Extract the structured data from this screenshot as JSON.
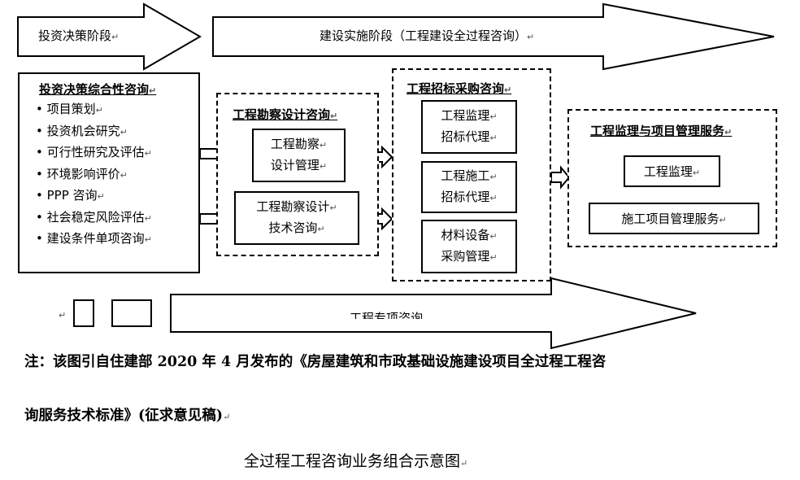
{
  "stage_arrows": {
    "decision": "投资决策阶段",
    "implementation": "建设实施阶段（工程建设全过程咨询）",
    "special": "工程专项咨询"
  },
  "decision_box": {
    "title": "投资决策综合性咨询",
    "items": [
      "项目策划",
      "投资机会研究",
      "可行性研究及评估",
      "环境影响评价",
      "PPP 咨询",
      "社会稳定风险评估",
      "建设条件单项咨询"
    ]
  },
  "survey_box": {
    "title": "工程勘察设计咨询",
    "item1": [
      "工程勘察",
      "设计管理"
    ],
    "item2": [
      "工程勘察设计",
      "技术咨询"
    ]
  },
  "bidding_box": {
    "title": "工程招标采购咨询",
    "item1": [
      "工程监理",
      "招标代理"
    ],
    "item2": [
      "工程施工",
      "招标代理"
    ],
    "item3": [
      "材料设备",
      "采购管理"
    ]
  },
  "supervision_box": {
    "title": "工程监理与项目管理服务",
    "item1": "工程监理",
    "item2": "施工项目管理服务"
  },
  "note": {
    "line1": "注：该图引自住建部 2020 年 4 月发布的《房屋建筑和市政基础设施建设项目全过程工程咨",
    "line2": "询服务技术标准》(征求意见稿)"
  },
  "caption": "全过程工程咨询业务组合示意图"
}
